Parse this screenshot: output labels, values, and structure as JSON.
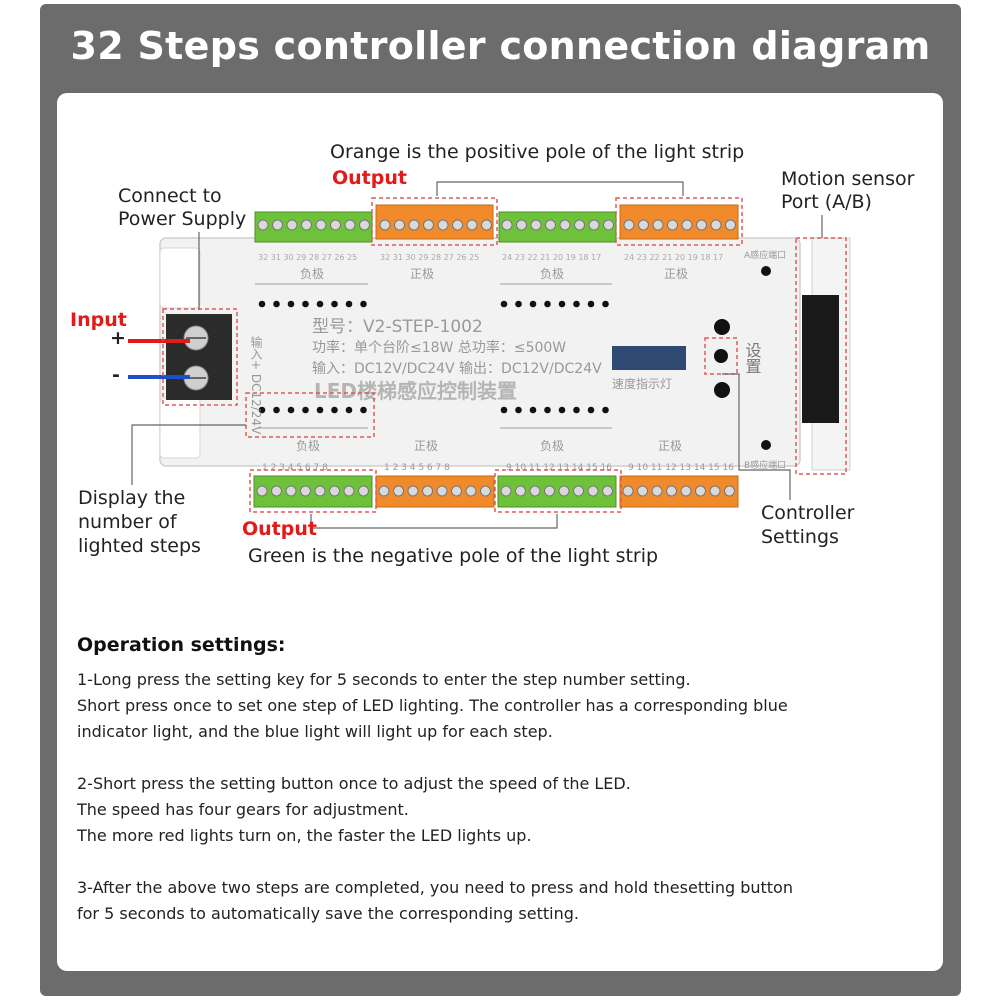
{
  "title": "32 Steps controller connection diagram",
  "labels": {
    "orange_positive": "Orange is the positive pole of the light strip",
    "output": "Output",
    "connect_power": "Connect to\nPower Supply",
    "motion_sensor": "Motion sensor\nPort (A/B)",
    "input": "Input",
    "plus": "+",
    "minus": "-",
    "display_steps": "Display the\nnumber of\nlighted steps",
    "controller_settings": "Controller\nSettings",
    "green_negative": "Green is the negative pole of the light strip"
  },
  "device": {
    "model": "型号：V2-STEP-1002",
    "power": "功率：单个台阶≤18W 总功率：≤500W",
    "io": "输入：DC12V/DC24V  输出：DC12V/DC24V",
    "name": "LED楼梯感应控制装置",
    "input_vert": "输入+ DC12/24V",
    "speed_light": "速度指示灯",
    "settings_vert": "设置",
    "neg_pole": "负极",
    "pos_pole": "正极",
    "a_port": "A感应端口",
    "b_port": "B感应端口",
    "top_left_nums": "32 31 30 29 28 27 26 25",
    "top_mid_nums": "32 31 30 29 28 27 26 25",
    "top_right_a": "24 23 22 21 20 19 18 17",
    "top_right_b": "24 23 22 21 20 19 18 17",
    "bot_1": "1  2  3  4  5  6  7  8",
    "bot_2": "1  2  3  4  5  6  7  8",
    "bot_3": "9 10 11 12 13 14 15 16",
    "bot_4": "9 10 11 12 13 14 15 16"
  },
  "colors": {
    "orange": "#f08a2a",
    "green": "#6ec23a",
    "red_wire": "#e11a1a",
    "blue_wire": "#1f4fc8",
    "dash": "#e05a5a"
  },
  "operation": {
    "heading": "Operation settings:",
    "lines": [
      "1-Long press the setting key for 5 seconds to enter the step number setting.",
      "Short press once to set one step of LED lighting. The controller has a corresponding blue",
      "indicator light, and the blue light will light up for each step.",
      "2-Short press the setting button once to adjust the speed of the LED.",
      "The speed has four gears for adjustment.",
      "The more red lights turn on, the faster the LED lights up.",
      "3-After the above two steps are completed, you need to press and hold thesetting button",
      "for 5 seconds to automatically save the corresponding setting."
    ]
  }
}
